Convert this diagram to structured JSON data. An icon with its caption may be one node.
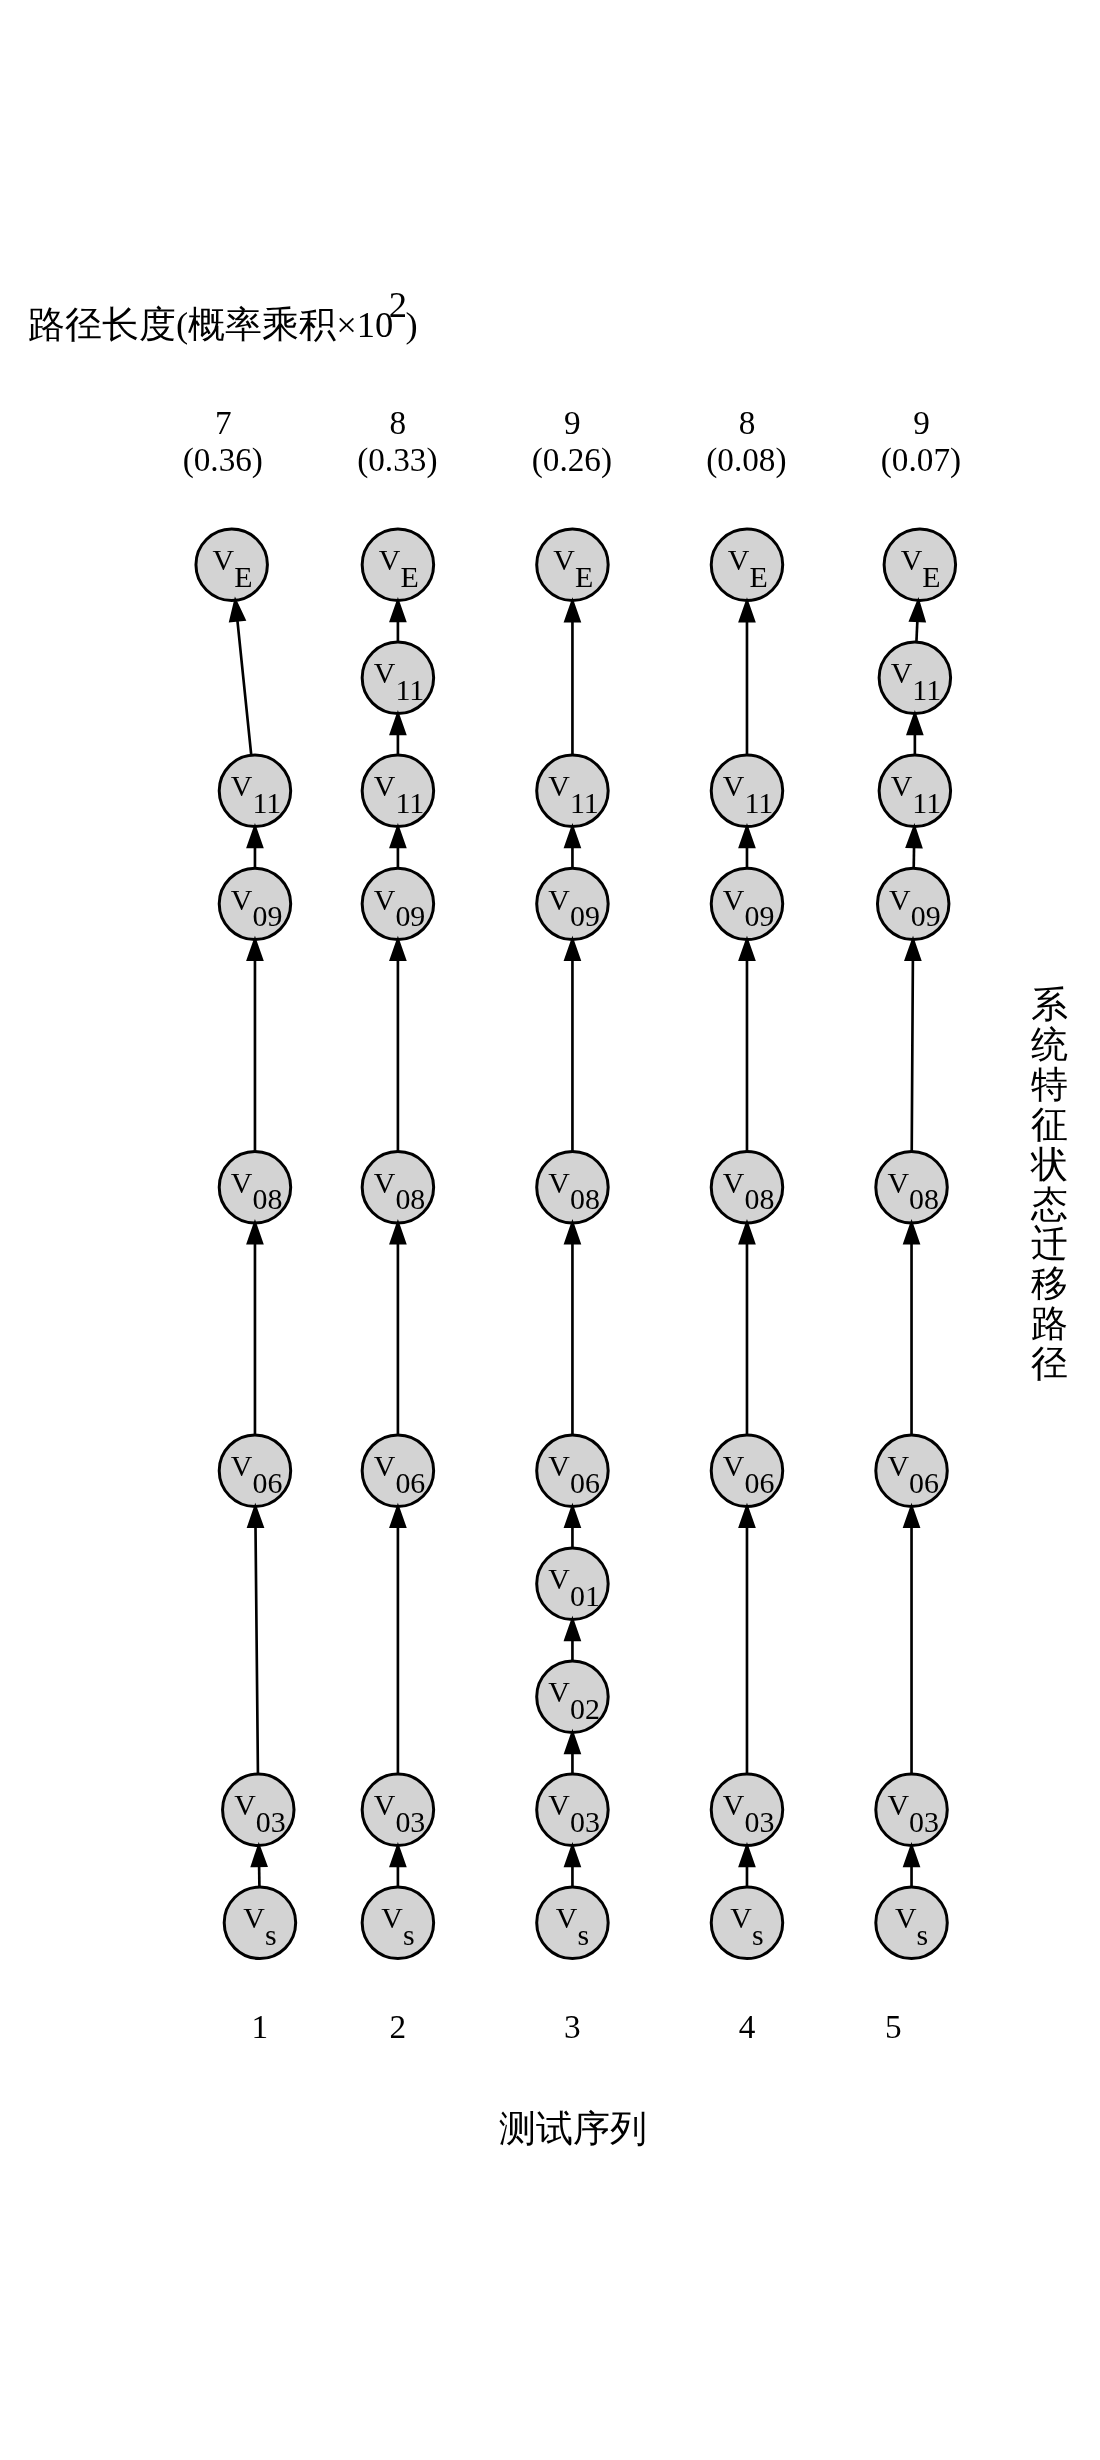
{
  "diagram": {
    "nodes": [
      {
        "text": [
          "V$_{s}$"
        ]
      },
      {
        "text": [
          "V$_{03}$"
        ]
      },
      {
        "text": [
          "V$_{06}$"
        ]
      },
      {
        "text": [
          "V$_{08}$"
        ]
      },
      {
        "text": [
          "V$_{09}$"
        ]
      },
      {
        "text": [
          "V$_{11}$"
        ]
      },
      {
        "text": [
          "V$_{E}$"
        ]
      },
      {
        "text": [
          "V$_{s}$"
        ]
      },
      {
        "text": [
          "V$_{03}$"
        ]
      },
      {
        "text": [
          "V$_{06}$"
        ]
      },
      {
        "text": [
          "V$_{08}$"
        ]
      },
      {
        "text": [
          "V$_{09}$"
        ]
      },
      {
        "text": [
          "V$_{11}$"
        ]
      },
      {
        "text": [
          "V$_{11}$"
        ]
      },
      {
        "text": [
          "V$_{E}$"
        ]
      },
      {
        "text": [
          "V$_{s}$"
        ]
      },
      {
        "text": [
          "V$_{03}$"
        ]
      },
      {
        "text": [
          "V$_{02}$"
        ]
      },
      {
        "text": [
          "V$_{01}$"
        ]
      },
      {
        "text": [
          "V$_{06}$"
        ]
      },
      {
        "text": [
          "V$_{08}$"
        ]
      },
      {
        "text": [
          "V$_{09}$"
        ]
      },
      {
        "text": [
          "V$_{11}$"
        ]
      },
      {
        "text": [
          "V$_{E}$"
        ]
      },
      {
        "text": [
          "V$_{s}$"
        ]
      },
      {
        "text": [
          "V$_{03}$"
        ]
      },
      {
        "text": [
          "V$_{06}$"
        ]
      },
      {
        "text": [
          "V$_{08}$"
        ]
      },
      {
        "text": [
          "V$_{09}$"
        ]
      },
      {
        "text": [
          "V$_{11}$"
        ]
      },
      {
        "text": [
          "V$_{E}$"
        ]
      },
      {
        "text": [
          "V$_{s}$"
        ]
      },
      {
        "text": [
          "V$_{03}$"
        ]
      },
      {
        "text": [
          "V$_{06}$"
        ]
      },
      {
        "text": [
          "V$_{08}$"
        ]
      },
      {
        "text": [
          "V$_{09}$"
        ]
      },
      {
        "text": [
          "V$_{11}$"
        ]
      },
      {
        "text": [
          "V$_{11}$"
        ]
      },
      {
        "text": [
          "V$_{E}$"
        ]
      }
    ],
    "edges": [
      {
        "from": 0,
        "to": 1,
        "arrow": "to"
      },
      {
        "from": 1,
        "to": 2,
        "arrow": "to"
      },
      {
        "from": 2,
        "to": 3,
        "arrow": "to"
      },
      {
        "from": 3,
        "to": 4,
        "arrow": "to"
      },
      {
        "from": 4,
        "to": 5,
        "arrow": "to"
      },
      {
        "from": 5,
        "to": 6,
        "arrow": "to"
      },
      {
        "from": 7,
        "to": 8,
        "arrow": "to"
      },
      {
        "from": 8,
        "to": 9,
        "arrow": "to"
      },
      {
        "from": 9,
        "to": 10,
        "arrow": "to"
      },
      {
        "from": 10,
        "to": 11,
        "arrow": "to"
      },
      {
        "from": 11,
        "to": 12,
        "arrow": "to"
      },
      {
        "from": 12,
        "to": 13,
        "arrow": "to"
      },
      {
        "from": 13,
        "to": 14,
        "arrow": "to"
      },
      {
        "from": 15,
        "to": 16,
        "arrow": "to"
      },
      {
        "from": 16,
        "to": 17,
        "arrow": "to"
      },
      {
        "from": 17,
        "to": 18,
        "arrow": "to"
      },
      {
        "from": 18,
        "to": 19,
        "arrow": "to"
      },
      {
        "from": 19,
        "to": 20,
        "arrow": "to"
      },
      {
        "from": 20,
        "to": 21,
        "arrow": "to"
      },
      {
        "from": 21,
        "to": 22,
        "arrow": "to"
      },
      {
        "from": 22,
        "to": 23,
        "arrow": "to"
      },
      {
        "from": 24,
        "to": 25,
        "arrow": "to"
      },
      {
        "from": 25,
        "to": 26,
        "arrow": "to"
      },
      {
        "from": 26,
        "to": 27,
        "arrow": "to"
      },
      {
        "from": 27,
        "to": 28,
        "arrow": "to"
      },
      {
        "from": 28,
        "to": 29,
        "arrow": "to"
      },
      {
        "from": 29,
        "to": 30,
        "arrow": "to"
      },
      {
        "from": 31,
        "to": 32,
        "arrow": "to"
      },
      {
        "from": 32,
        "to": 33,
        "arrow": "to"
      },
      {
        "from": 33,
        "to": 34,
        "arrow": "to"
      },
      {
        "from": 34,
        "to": 35,
        "arrow": "to"
      },
      {
        "from": 35,
        "to": 36,
        "arrow": "to"
      },
      {
        "from": 36,
        "to": 37,
        "arrow": "to"
      },
      {
        "from": 37,
        "to": 38,
        "arrow": "to"
      }
    ],
    "labels": [
      "路径长度(概率乘积×10$^{2}$)",
      "7 (0.36)",
      "8 (0.33)",
      "9 (0.26)",
      "8 (0.08)",
      "9 (0.07)",
      "系统特征状态迁移路径",
      "1",
      "2",
      "3",
      "4",
      "5",
      "测试序列"
    ]
  }
}
